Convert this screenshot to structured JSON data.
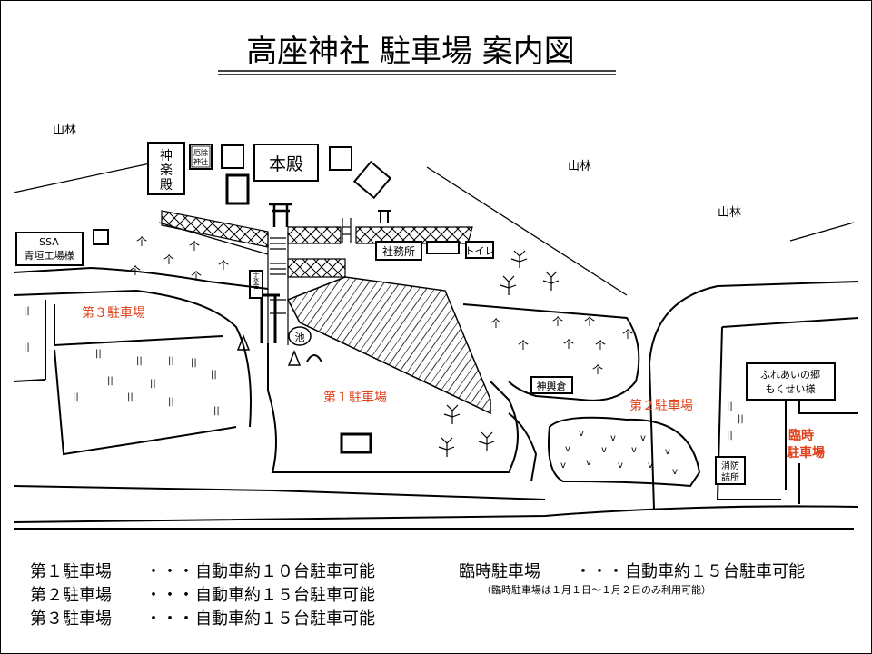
{
  "title": "高座神社 駐車場 案内図",
  "labels": {
    "forest_1": "山林",
    "forest_2": "山林",
    "forest_3": "山林",
    "kaguraden": [
      "神",
      "楽",
      "殿"
    ],
    "yakuyoke": [
      "厄除",
      "神社"
    ],
    "honden": "本殿",
    "ssa": [
      "SSA",
      "青垣工場様"
    ],
    "shamusho": "社務所",
    "toilet": "トイレ",
    "chozuya": "手水舎",
    "pond": "池",
    "mikoshigura": "神輿倉",
    "fureai": [
      "ふれあいの郷",
      "もくせい様"
    ],
    "shobo": [
      "消防",
      "詰所"
    ]
  },
  "parking_labels": {
    "p1": "第１駐車場",
    "p2": "第２駐車場",
    "p3": "第３駐車場",
    "temp": [
      "臨時",
      "駐車場"
    ]
  },
  "legend": [
    {
      "name": "第１駐車場",
      "sep": "・・・",
      "desc": "自動車約１０台駐車可能"
    },
    {
      "name": "第２駐車場",
      "sep": "・・・",
      "desc": "自動車約１５台駐車可能"
    },
    {
      "name": "第３駐車場",
      "sep": "・・・",
      "desc": "自動車約１５台駐車可能"
    },
    {
      "name": "臨時駐車場",
      "sep": "・・・",
      "desc": "自動車約１５台駐車可能"
    }
  ],
  "legend_note": "（臨時駐車場は１月１日～１月２日のみ利用可能）",
  "colors": {
    "parking_label": "#e0401a"
  }
}
